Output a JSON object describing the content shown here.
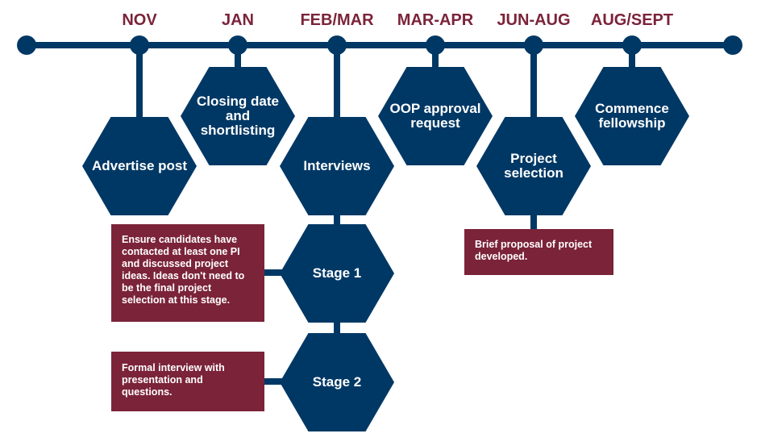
{
  "colors": {
    "timeline": "#003865",
    "accent": "#7b2339",
    "text_on_shape": "#ffffff"
  },
  "months": [
    "NOV",
    "JAN",
    "FEB/MAR",
    "MAR-APR",
    "JUN-AUG",
    "AUG/SEPT"
  ],
  "steps": [
    {
      "label": "Advertise post"
    },
    {
      "label": "Closing date and shortlisting"
    },
    {
      "label": "Interviews"
    },
    {
      "label": "OOP approval request"
    },
    {
      "label": "Project selection"
    },
    {
      "label": "Commence fellowship"
    }
  ],
  "substeps": [
    {
      "label": "Stage 1",
      "note": "Ensure candidates have contacted at least one PI and discussed project ideas. Ideas don't need to be the final project selection at this stage."
    },
    {
      "label": "Stage 2",
      "note": "Formal interview with presentation and questions."
    }
  ],
  "project_note": "Brief proposal of project developed."
}
